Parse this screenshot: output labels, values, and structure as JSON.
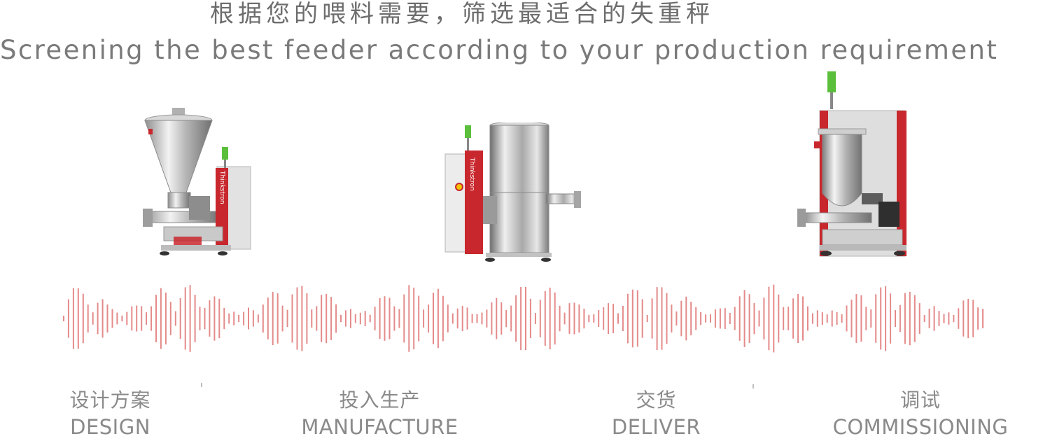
{
  "header": {
    "title_cn": "根据您的喂料需要，筛选最适合的失重秤",
    "title_en": "Screening the best feeder according to your production requirement"
  },
  "products": [
    {
      "brand": "Thinkstron"
    },
    {
      "brand": "Thinkstron"
    }
  ],
  "steps": [
    {
      "cn": "设计方案",
      "en": "DESIGN"
    },
    {
      "cn": "投入生产",
      "en": "MANUFACTURE"
    },
    {
      "cn": "交货",
      "en": "DELIVER"
    },
    {
      "cn": "调试",
      "en": "COMMISSIONING"
    }
  ],
  "colors": {
    "wave": "#e48a8a",
    "machine_red": "#c8282d",
    "steel": "#c9c9c9",
    "green": "#5bbf3c",
    "text": "#7a7a7a"
  }
}
